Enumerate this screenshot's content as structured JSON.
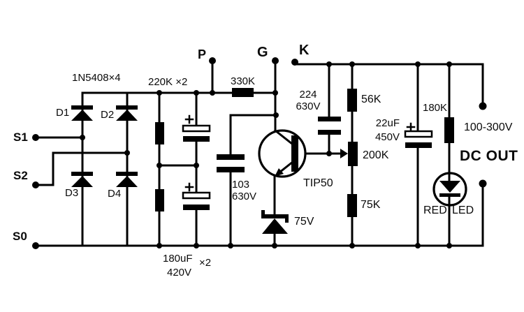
{
  "diagram": {
    "colors": {
      "ink": "#000000",
      "background": "#ffffff"
    },
    "terminals": {
      "s1": "S1",
      "s2": "S2",
      "s0": "S0",
      "p": "P",
      "g": "G",
      "k": "K"
    },
    "labels": {
      "diode_part": "1N5408×4",
      "d1": "D1",
      "d2": "D2",
      "d3": "D3",
      "d4": "D4",
      "r_input": "220K ×2",
      "r_330k": "330K",
      "c_filter": {
        "value": "180uF",
        "mult": "×2",
        "voltage": "420V"
      },
      "c_103": {
        "value": "103",
        "voltage": "630V"
      },
      "c_224": {
        "value": "224",
        "voltage": "630V"
      },
      "r_56k": "56K",
      "r_200k": "200K",
      "r_75k": "75K",
      "transistor": "TIP50",
      "zener": "75V",
      "c_22uf": {
        "value": "22uF",
        "voltage": "450V"
      },
      "r_180k": "180K",
      "led": {
        "left": "RED",
        "right": "LED"
      },
      "output": {
        "range": "100-300V",
        "title": "DC OUT"
      }
    }
  }
}
